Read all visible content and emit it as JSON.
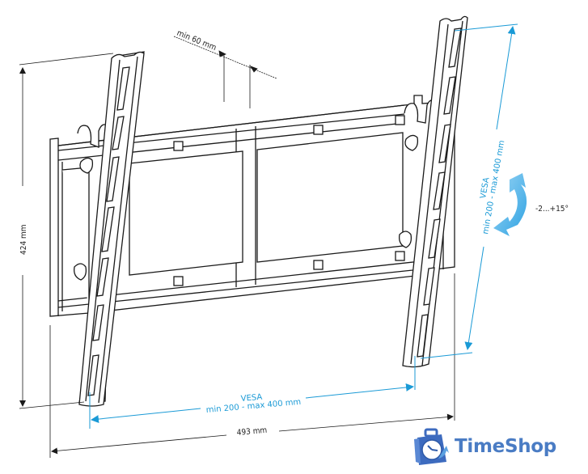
{
  "diagram": {
    "subject": "Tilting TV wall mount bracket",
    "dimensions": {
      "height": "424 mm",
      "width": "493 mm",
      "depth": "min 60 mm",
      "tilt": "-2...+15°"
    },
    "vesa_horizontal": {
      "title": "VESA",
      "range": "min 200 - max 400 mm"
    },
    "vesa_vertical": {
      "title": "VESA",
      "range": "min 200 - max 400 mm"
    },
    "colors": {
      "line": "#1a1a1a",
      "vesa_accent": "#1a9ad6",
      "tilt_arrow": "#5bb8ea",
      "logo": "#4a7cc4"
    }
  },
  "logo": {
    "brand": "TimeShop",
    "icon": "clock-bag-icon"
  }
}
